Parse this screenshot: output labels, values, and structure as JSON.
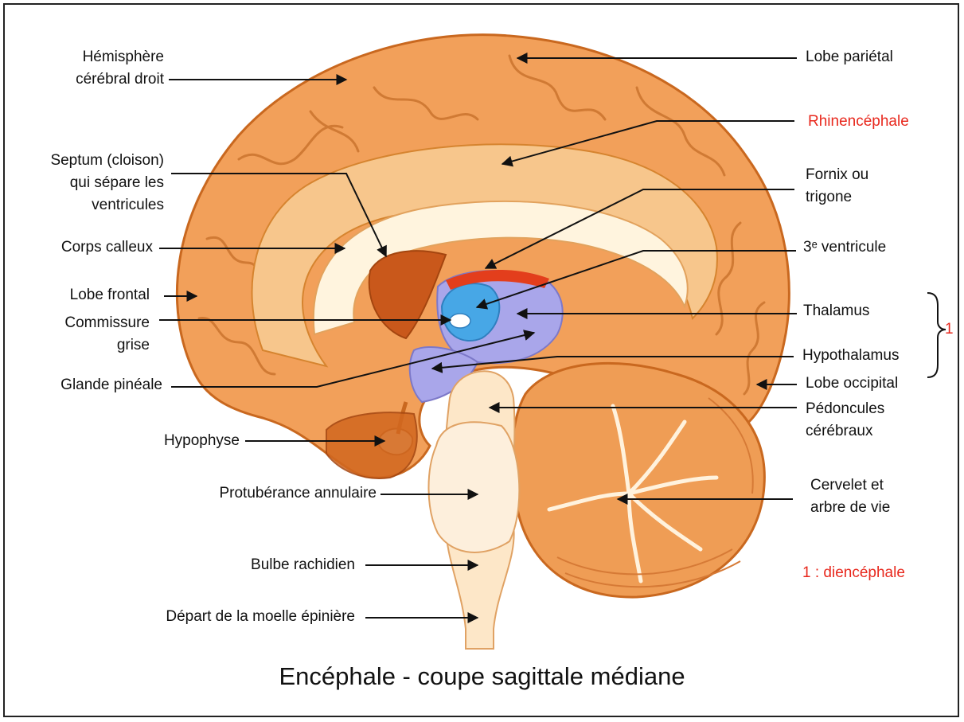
{
  "labels": {
    "hemisphere": "Hémisphère\ncérébral droit",
    "septum": "Septum (cloison)\nqui sépare les\nventricules",
    "corps_calleux": "Corps calleux",
    "lobe_frontal": "Lobe frontal",
    "commissure": "Commissure\ngrise",
    "glande_pineale": "Glande pinéale",
    "hypophyse": "Hypophyse",
    "protuberance": "Protubérance annulaire",
    "bulbe": "Bulbe rachidien",
    "moelle": "Départ de la moelle épinière",
    "lobe_parietal": "Lobe pariétal",
    "rhinencephale": "Rhinencéphale",
    "fornix": "Fornix ou\ntrigone",
    "ventricule_3": "3ᵉ ventricule",
    "thalamus": "Thalamus",
    "hypothalamus": "Hypothalamus",
    "lobe_occipital": "Lobe occipital",
    "pedoncules": "Pédoncules\ncérébraux",
    "cervelet": "Cervelet et\narbre de vie",
    "brace_number": "1",
    "legend_note": "1 : diencéphale"
  },
  "caption": "Encéphale - coupe sagittale médiane",
  "colors": {
    "cortex": "#f2a05a",
    "cortex_dark": "#d2671f",
    "white_matter": "#fbe3bd",
    "corpus_callosum": "#fff4de",
    "ventricle_blue": "#47a7e6",
    "thalamus_lilac": "#a9a6ea",
    "hypothalamus_red": "#e33e1c",
    "cerebellum": "#ef9d55",
    "brainstem": "#fde7c8",
    "annotation_red": "#e8281d"
  }
}
